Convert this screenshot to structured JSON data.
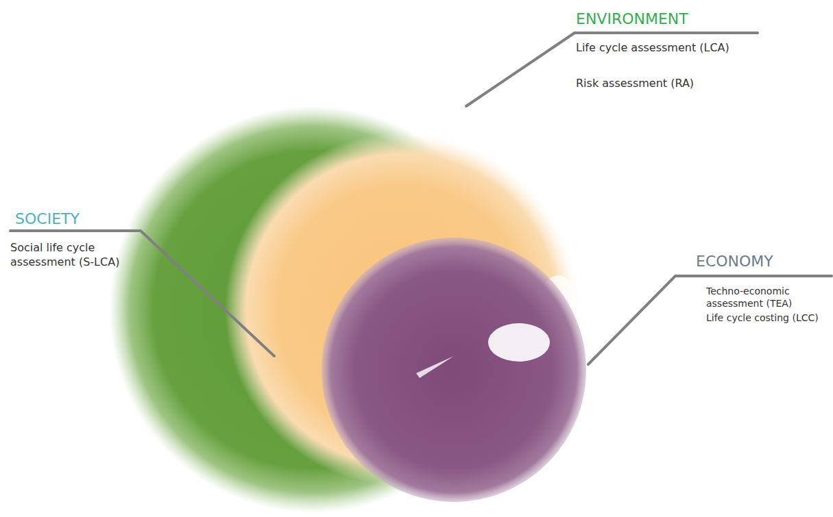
{
  "diagram": {
    "nodes": [
      {
        "text": [
          "ENVIRONMENT",
          "Life cycle assessment (LCA)",
          "Risk assessment (RA)"
        ]
      },
      {
        "text": [
          "SOCIETY",
          "Social life cycle assessment (S-LCA)"
        ],
        "in": 0
      },
      {
        "text": [
          "ECONOMY",
          "Techno-economic assessment (TEA)",
          "Life cycle costing (LCC)"
        ],
        "in": 1
      }
    ]
  }
}
